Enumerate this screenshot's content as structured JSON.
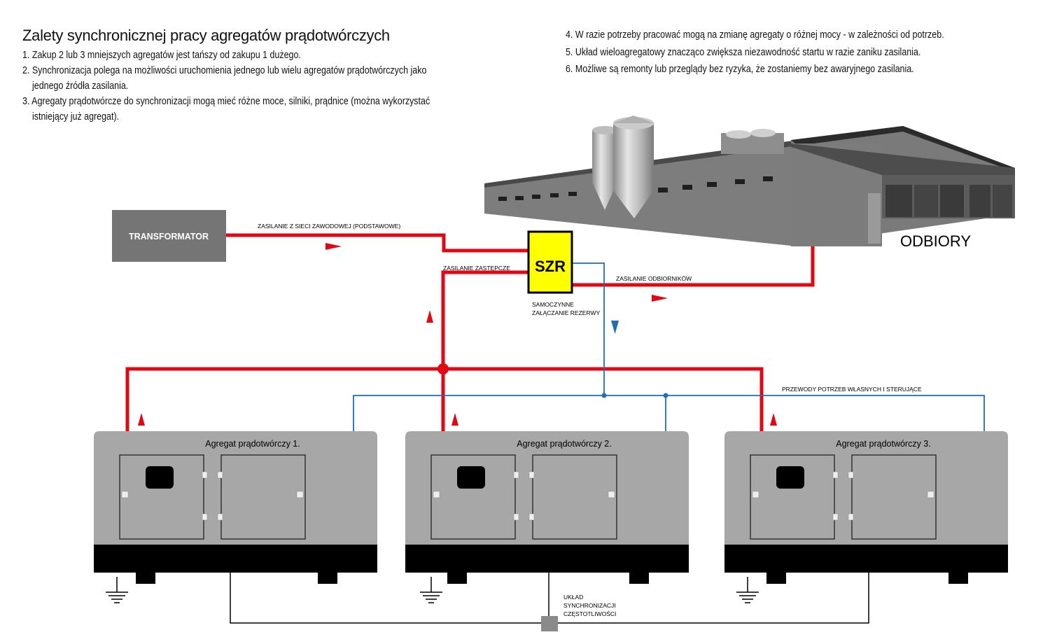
{
  "header": {
    "title": "Zalety synchronicznej pracy agregatów prądotwórczych",
    "items_left": [
      "1. Zakup 2 lub 3 mniejszych agregatów jest tańszy od zakupu 1 dużego.",
      "2. Synchronizacja polega na możliwości uruchomienia jednego lub wielu agregatów prądotwórczych jako",
      "jednego źródła zasilania.",
      "3. Agregaty prądotwórcze do synchronizacji mogą mieć różne moce, silniki, prądnice (można wykorzystać",
      "istniejący już agregat)."
    ],
    "items_right": [
      "4. W razie potrzeby pracować mogą na zmianę agregaty o różnej mocy - w zależności od potrzeb.",
      "5. Układ wieloagregatowy znacząco zwiększa niezawodność startu w razie zaniku zasilania.",
      "6. Możliwe są remonty lub przeglądy bez ryzyka, że zostaniemy bez awaryjnego zasilania."
    ]
  },
  "diagram": {
    "transformer_label": "TRANSFORMATOR",
    "szr_label": "SZR",
    "szr_caption_1": "SAMOCZYNNE",
    "szr_caption_2": "ZAŁĄCZANIE REZERWY",
    "consumers_label": "ODBIORY",
    "line_mains": "ZASILANIE Z SIECI ZAWODOWEJ (PODSTAWOWE)",
    "line_backup": "ZASILANIE ZASTĘPCZE",
    "line_consumers": "ZASILANIE ODBIORNIKÓW",
    "line_control": "PRZEWODY POTRZEB WŁASNYCH I STERUJĄCE",
    "sync_label_1": "UKŁAD",
    "sync_label_2": "SYNCHRONIZACJI",
    "sync_label_3": "CZĘSTOTLIWOŚCI",
    "generators": [
      "Agregat prądotwórczy 1.",
      "Agregat prądotwórczy 2.",
      "Agregat prądotwórczy 3."
    ]
  },
  "colors": {
    "power_line": "#e30613",
    "control_line": "#1f6fb5",
    "szr_fill": "#ffff00",
    "generator_body": "#a7a7a7",
    "transformer_fill": "#757575"
  }
}
